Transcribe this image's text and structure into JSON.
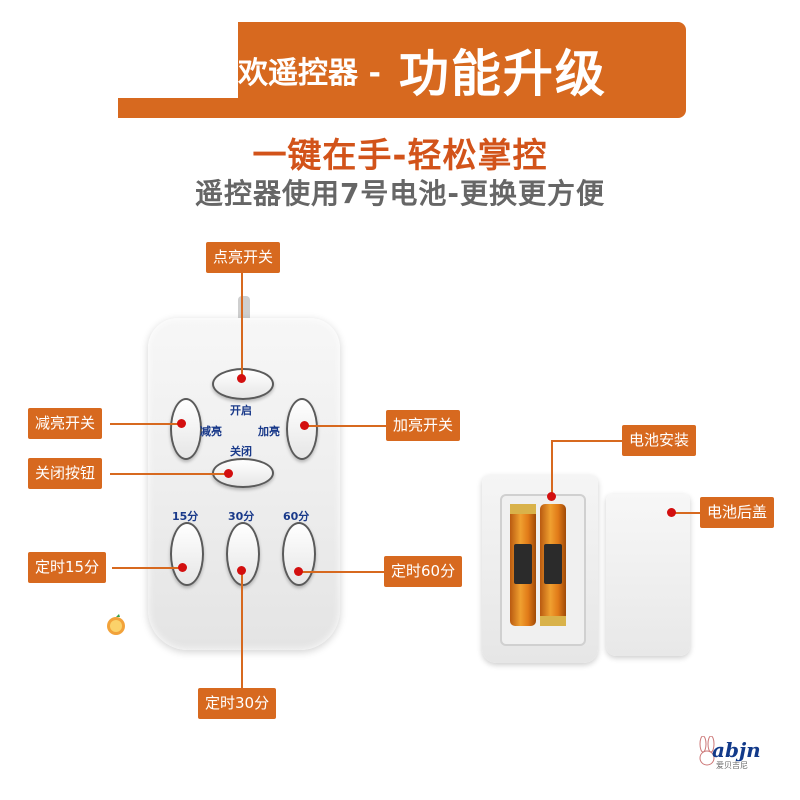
{
  "header": {
    "prefix": "欢遥控器 -",
    "title": "功能升级"
  },
  "subtitle": "一键在手-轻松掌控",
  "subtitle2": "遥控器使用7号电池-更换更方便",
  "callouts": {
    "light_on_off": "点亮开关",
    "dim_switch": "减亮开关",
    "brighten_switch": "加亮开关",
    "off_button": "关闭按钮",
    "timer_15": "定时15分",
    "timer_30": "定时30分",
    "timer_60": "定时60分",
    "battery_install": "电池安装",
    "battery_cover": "电池后盖"
  },
  "remote_labels": {
    "on": "开启",
    "dim": "减亮",
    "bright": "加亮",
    "off": "关闭",
    "t15": "15分",
    "t30": "30分",
    "t60": "60分"
  },
  "watermark": {
    "text": "abjn",
    "sub": "爱贝吉尼"
  },
  "colors": {
    "accent": "#d7691f",
    "title_red": "#d2531a",
    "text_gray": "#666666",
    "remote_text": "#1a3a8a"
  }
}
